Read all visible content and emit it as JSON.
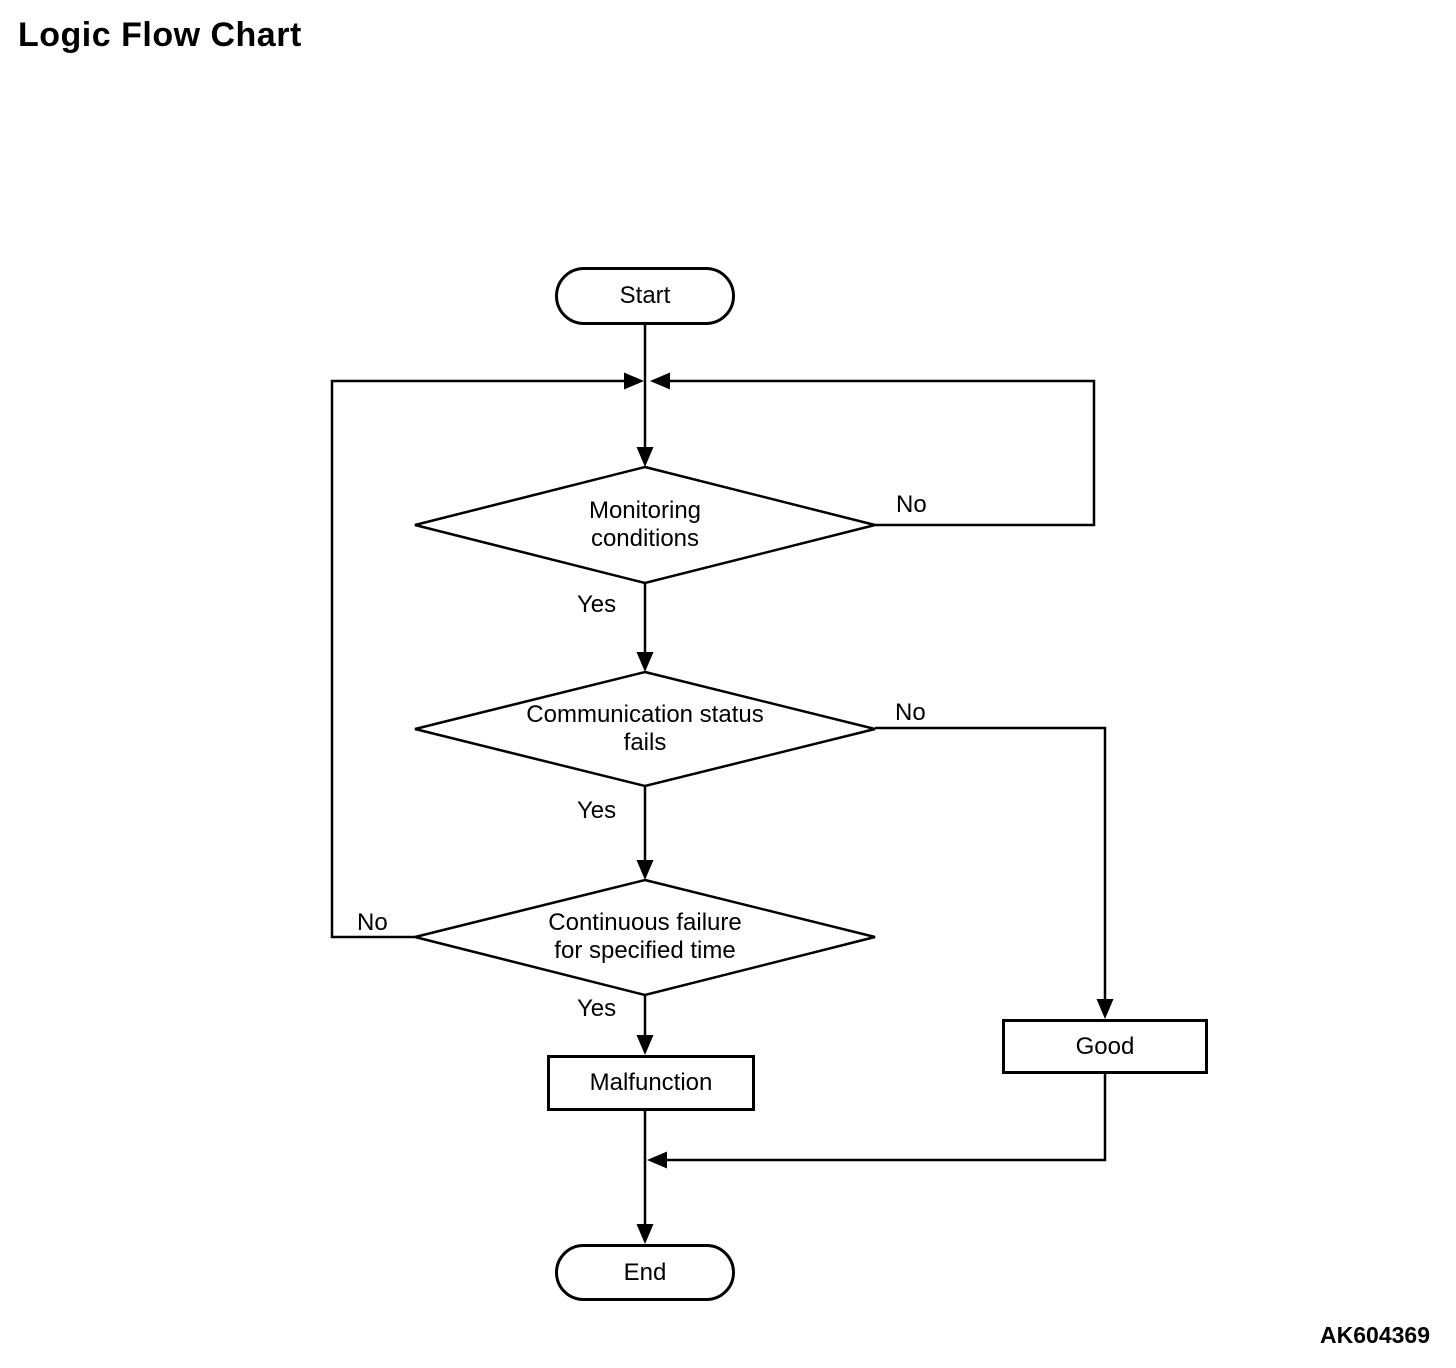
{
  "page": {
    "title": "Logic Flow Chart",
    "figure_code": "AK604369",
    "colors": {
      "stroke": "#000000",
      "background": "#ffffff",
      "text": "#000000"
    }
  },
  "flowchart": {
    "nodes": {
      "start": {
        "type": "terminator",
        "label": "Start"
      },
      "monitoring": {
        "type": "decision",
        "label": "Monitoring conditions"
      },
      "communication": {
        "type": "decision",
        "label": "Communication status fails"
      },
      "continuous": {
        "type": "decision",
        "label": "Continuous failure for specified time"
      },
      "malfunction": {
        "type": "process",
        "label": "Malfunction"
      },
      "good": {
        "type": "process",
        "label": "Good"
      },
      "end": {
        "type": "terminator",
        "label": "End"
      }
    },
    "edge_labels": {
      "monitoring_yes": "Yes",
      "monitoring_no": "No",
      "communication_yes": "Yes",
      "communication_no": "No",
      "continuous_yes": "Yes",
      "continuous_no": "No"
    }
  }
}
